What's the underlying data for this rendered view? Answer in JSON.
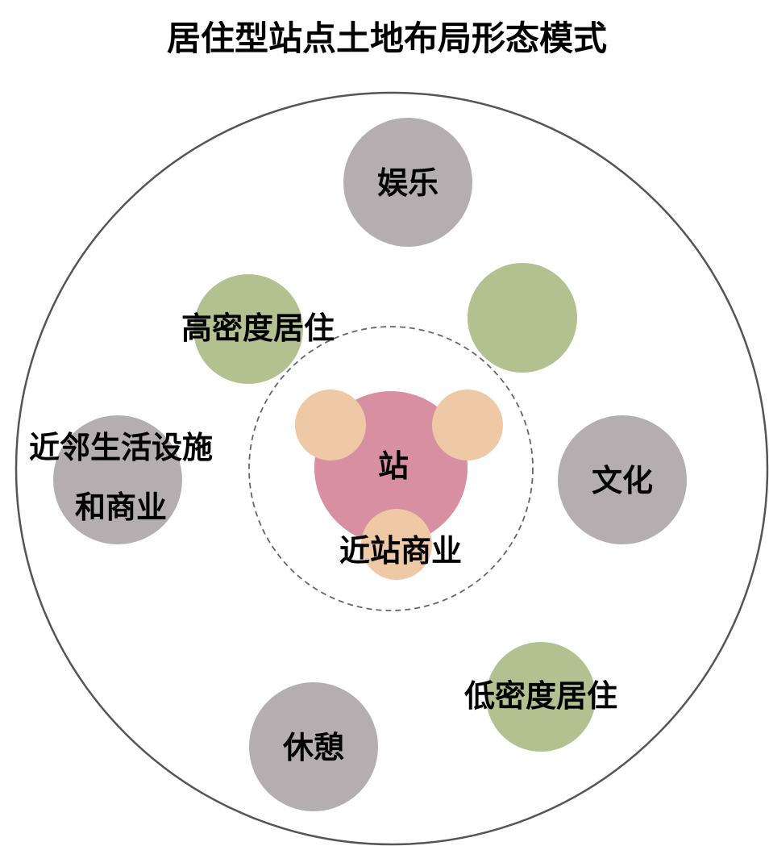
{
  "title": "居住型站点土地布局形态模式",
  "colors": {
    "outer_ring": "#555555",
    "inner_ring": "#666666",
    "gray_node": "#b5aeb1",
    "green_node": "#b3c190",
    "station": "#d88fa2",
    "commerce": "#efc8a5",
    "text": "#000000"
  },
  "center": {
    "station_label": "站",
    "near_commerce_label": "近站商业"
  },
  "nodes": {
    "entertainment": "娱乐",
    "high_density_residential": "高密度居住",
    "neighborhood_line1": "近邻生活设施",
    "neighborhood_line2": "和商业",
    "culture": "文化",
    "low_density_residential": "低密度居住",
    "leisure": "休憩"
  }
}
